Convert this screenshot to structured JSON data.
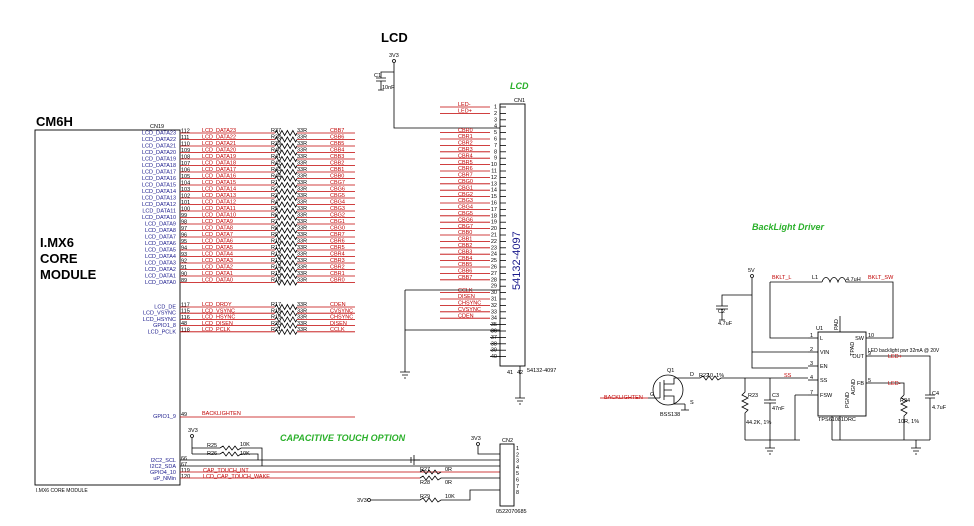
{
  "titles": {
    "cm6h": "CM6H",
    "lcd": "LCD",
    "lcd_green": "LCD",
    "backlight": "BackLight Driver",
    "touch": "CAPACITIVE TOUCH OPTION"
  },
  "module": {
    "line1": "I.MX6",
    "line2": "CORE",
    "line3": "MODULE",
    "connector": "CN19",
    "footer": "I.MX6 CORE MODULE",
    "data_rows": [
      {
        "pin": "LCD_DATA23",
        "num": "112",
        "net": "LCD_DATA23",
        "ref": "R37",
        "val": "33R",
        "out": "CBB7"
      },
      {
        "pin": "LCD_DATA22",
        "num": "111",
        "net": "LCD_DATA22",
        "ref": "R38",
        "val": "33R",
        "out": "CBB6"
      },
      {
        "pin": "LCD_DATA21",
        "num": "110",
        "net": "LCD_DATA21",
        "ref": "R39",
        "val": "33R",
        "out": "CBB5"
      },
      {
        "pin": "LCD_DATA20",
        "num": "109",
        "net": "LCD_DATA20",
        "ref": "R40",
        "val": "33R",
        "out": "CBB4"
      },
      {
        "pin": "LCD_DATA19",
        "num": "108",
        "net": "LCD_DATA19",
        "ref": "R41",
        "val": "33R",
        "out": "CBB3"
      },
      {
        "pin": "LCD_DATA18",
        "num": "107",
        "net": "LCD_DATA18",
        "ref": "R42",
        "val": "33R",
        "out": "CBB2"
      },
      {
        "pin": "LCD_DATA17",
        "num": "106",
        "net": "LCD_DATA17",
        "ref": "R43",
        "val": "33R",
        "out": "CBB1"
      },
      {
        "pin": "LCD_DATA16",
        "num": "105",
        "net": "LCD_DATA16",
        "ref": "R44",
        "val": "33R",
        "out": "CBB0"
      },
      {
        "pin": "LCD_DATA15",
        "num": "104",
        "net": "LCD_DATA15",
        "ref": "R1",
        "val": "33R",
        "out": "CBG7"
      },
      {
        "pin": "LCD_DATA14",
        "num": "103",
        "net": "LCD_DATA14",
        "ref": "R2",
        "val": "33R",
        "out": "CBG6"
      },
      {
        "pin": "LCD_DATA13",
        "num": "102",
        "net": "LCD_DATA13",
        "ref": "R3",
        "val": "33R",
        "out": "CBG5"
      },
      {
        "pin": "LCD_DATA12",
        "num": "101",
        "net": "LCD_DATA12",
        "ref": "R4",
        "val": "33R",
        "out": "CBG4"
      },
      {
        "pin": "LCD_DATA11",
        "num": "100",
        "net": "LCD_DATA11",
        "ref": "R5",
        "val": "33R",
        "out": "CBG3"
      },
      {
        "pin": "LCD_DATA10",
        "num": "99",
        "net": "LCD_DATA10",
        "ref": "R6",
        "val": "33R",
        "out": "CBG2"
      },
      {
        "pin": "LCD_DATA9",
        "num": "98",
        "net": "LCD_DATA9",
        "ref": "R7",
        "val": "33R",
        "out": "CBG1"
      },
      {
        "pin": "LCD_DATA8",
        "num": "97",
        "net": "LCD_DATA8",
        "ref": "R8",
        "val": "33R",
        "out": "CBG0"
      },
      {
        "pin": "LCD_DATA7",
        "num": "96",
        "net": "LCD_DATA7",
        "ref": "R9",
        "val": "33R",
        "out": "CBR7"
      },
      {
        "pin": "LCD_DATA6",
        "num": "95",
        "net": "LCD_DATA6",
        "ref": "R10",
        "val": "33R",
        "out": "CBR6"
      },
      {
        "pin": "LCD_DATA5",
        "num": "94",
        "net": "LCD_DATA5",
        "ref": "R11",
        "val": "33R",
        "out": "CBR5"
      },
      {
        "pin": "LCD_DATA4",
        "num": "93",
        "net": "LCD_DATA4",
        "ref": "R12",
        "val": "33R",
        "out": "CBR4"
      },
      {
        "pin": "LCD_DATA3",
        "num": "92",
        "net": "LCD_DATA3",
        "ref": "R13",
        "val": "33R",
        "out": "CBR3"
      },
      {
        "pin": "LCD_DATA2",
        "num": "91",
        "net": "LCD_DATA2",
        "ref": "R14",
        "val": "33R",
        "out": "CBR2"
      },
      {
        "pin": "LCD_DATA1",
        "num": "90",
        "net": "LCD_DATA1",
        "ref": "R15",
        "val": "33R",
        "out": "CBR1"
      },
      {
        "pin": "LCD_DATA0",
        "num": "89",
        "net": "LCD_DATA0",
        "ref": "R16",
        "val": "33R",
        "out": "CBR0"
      }
    ],
    "ctrl_rows": [
      {
        "pin": "LCD_DE",
        "num": "117",
        "net": "LCD_DRDY",
        "ref": "R17",
        "val": "33R",
        "out": "CDEN"
      },
      {
        "pin": "LCD_VSYNC",
        "num": "115",
        "net": "LCD_VSYNC",
        "ref": "R18",
        "val": "33R",
        "out": "CVSYNC"
      },
      {
        "pin": "LCD_HSYNC",
        "num": "116",
        "net": "LCD_HSYNC",
        "ref": "R19",
        "val": "33R",
        "out": "CHSYNC"
      },
      {
        "pin": "GPIO1_8",
        "num": "48",
        "net": "LCD_DISEN",
        "ref": "R20",
        "val": "33R",
        "out": "DISEN"
      },
      {
        "pin": "LCD_PCLK",
        "num": "118",
        "net": "LCD_PCLK",
        "ref": "R21",
        "val": "33R",
        "out": "CCLK"
      }
    ],
    "gpio_bl": {
      "pin": "GPIO1_9",
      "num": "49",
      "net": "BACKLIGHTEN"
    },
    "i2c_rows": [
      {
        "pin": "I2C2_SCL",
        "num": "66"
      },
      {
        "pin": "I2C2_SDA",
        "num": "67"
      },
      {
        "pin": "GPIO4_10",
        "num": "119",
        "net": "CAP_TOUCH_INT"
      },
      {
        "pin": "uP_NMin",
        "num": "120",
        "net": "LCD_CAP_TOUCH_WAKE"
      }
    ]
  },
  "lcd_conn": {
    "ref": "CN1",
    "part": "54132-4097",
    "part_vertical": "54132-4097",
    "vcc": "3V3",
    "cap": "C1",
    "cap_val": "10nF",
    "pins": [
      {
        "n": "1",
        "net": "LED-"
      },
      {
        "n": "2",
        "net": "LED+"
      },
      {
        "n": "3",
        "net": ""
      },
      {
        "n": "4",
        "net": ""
      },
      {
        "n": "5",
        "net": "CBR0"
      },
      {
        "n": "6",
        "net": "CBR1"
      },
      {
        "n": "7",
        "net": "CBR2"
      },
      {
        "n": "8",
        "net": "CBR3"
      },
      {
        "n": "9",
        "net": "CBR4"
      },
      {
        "n": "10",
        "net": "CBR5"
      },
      {
        "n": "11",
        "net": "CBR6"
      },
      {
        "n": "12",
        "net": "CBR7"
      },
      {
        "n": "13",
        "net": "CBG0"
      },
      {
        "n": "14",
        "net": "CBG1"
      },
      {
        "n": "15",
        "net": "CBG2"
      },
      {
        "n": "16",
        "net": "CBG3"
      },
      {
        "n": "17",
        "net": "CBG4"
      },
      {
        "n": "18",
        "net": "CBG5"
      },
      {
        "n": "19",
        "net": "CBG6"
      },
      {
        "n": "20",
        "net": "CBG7"
      },
      {
        "n": "21",
        "net": "CBB0"
      },
      {
        "n": "22",
        "net": "CBB1"
      },
      {
        "n": "23",
        "net": "CBB2"
      },
      {
        "n": "24",
        "net": "CBB3"
      },
      {
        "n": "25",
        "net": "CBB4"
      },
      {
        "n": "26",
        "net": "CBB5"
      },
      {
        "n": "27",
        "net": "CBB6"
      },
      {
        "n": "28",
        "net": "CBB7"
      },
      {
        "n": "29",
        "net": ""
      },
      {
        "n": "30",
        "net": "CCLK"
      },
      {
        "n": "31",
        "net": "DISEN"
      },
      {
        "n": "32",
        "net": "CHSYNC"
      },
      {
        "n": "33",
        "net": "CVSYNC"
      },
      {
        "n": "34",
        "net": "CDEN"
      },
      {
        "n": "35",
        "net": ""
      },
      {
        "n": "36",
        "net": ""
      },
      {
        "n": "37",
        "net": ""
      },
      {
        "n": "38",
        "net": ""
      },
      {
        "n": "39",
        "net": ""
      },
      {
        "n": "40",
        "net": ""
      }
    ],
    "gnd_pins": [
      "41",
      "42"
    ]
  },
  "touch": {
    "vcc": "3V3",
    "vcc2": "3V3",
    "vcc3": "3V3",
    "conn_ref": "CN2",
    "conn_part": "0522070685",
    "r25": "R25",
    "r25v": "10K",
    "r26": "R26",
    "r26v": "10K",
    "r27": "R27",
    "r27v": "0R",
    "r28": "R28",
    "r28v": "0R",
    "r29": "R29",
    "r29v": "10K",
    "pins": [
      "1",
      "2",
      "3",
      "4",
      "5",
      "6",
      "7",
      "8"
    ]
  },
  "backlight": {
    "vin": "5V",
    "c2": "C2",
    "c2v": "4.7uF",
    "l1": "L1",
    "l1v": "4.7uH",
    "sw_l": "BKLT_L",
    "sw_r": "BKLT_SW",
    "ic_ref": "U1",
    "ic_part": "TPS61081DRC",
    "note": "LED backlight pwr 32mA @ 20V",
    "led_plus": "LED+",
    "led_minus": "LED-",
    "pins_l": [
      {
        "n": "1",
        "name": "L"
      },
      {
        "n": "2",
        "name": "VIN"
      },
      {
        "n": "3",
        "name": "EN"
      },
      {
        "n": "4",
        "name": "SS"
      },
      {
        "n": "7",
        "name": "FSW"
      }
    ],
    "pins_r": [
      {
        "n": "10",
        "name": "SW"
      },
      {
        "n": "9",
        "name": "OUT"
      },
      {
        "n": "5",
        "name": "FB"
      }
    ],
    "pins_top": "TPAD",
    "pad": "PAD",
    "pgnd": "PGND",
    "agnd": "AGND",
    "q1": "Q1",
    "q1v": "BSS138",
    "q_d": "D",
    "q_g": "G",
    "q_s": "S",
    "backlighten": "BACKLIGHTEN",
    "r22": "R22",
    "r22v": "10, 1%",
    "ss_net": "SS",
    "r23": "R23",
    "r23v": "44.2K, 1%",
    "c3": "C3",
    "c3v": "47nF",
    "r24": "R24",
    "r24v": "10R, 1%",
    "c4": "C4",
    "c4v": "4.7uF"
  }
}
